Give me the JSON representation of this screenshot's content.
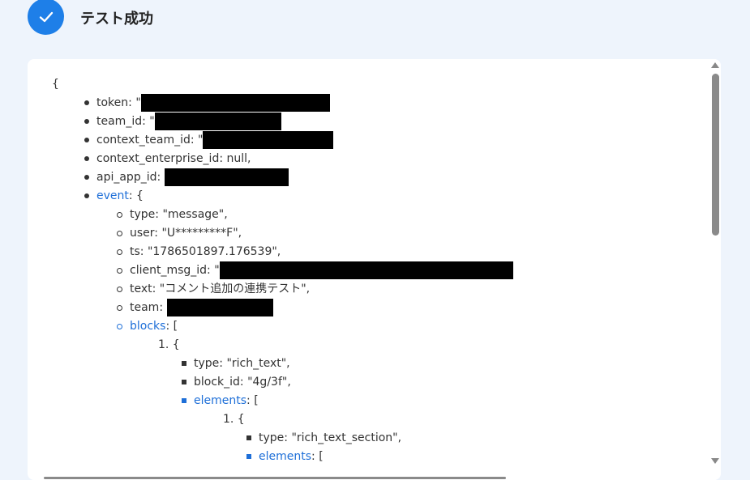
{
  "header": {
    "title": "テスト成功"
  },
  "lines": {
    "open_brace": "{",
    "token": "token: \"",
    "team_id": "team_id: \"",
    "context_team_id": "context_team_id: \"",
    "context_enterprise_id": "context_enterprise_id: null,",
    "api_app_id": "api_app_id: ",
    "event_key": "event",
    "event_rest": ": {",
    "type": "type: \"message\",",
    "user": "user: \"U*********F\",",
    "ts": "ts: \"1786501897.176539\",",
    "client_msg_id": "client_msg_id: \"",
    "text": "text: \"コメント追加の連携テスト\",",
    "team": "team: ",
    "blocks_key": "blocks",
    "blocks_rest": ": [",
    "item1": "1. {",
    "block_type": "type: \"rich_text\",",
    "block_id": "block_id: \"4g/3f\",",
    "elements_key": "elements",
    "elements_rest": ": [",
    "item1b": "1. {",
    "section_type": "type: \"rich_text_section\",",
    "elements2_key": "elements",
    "elements2_rest": ": ["
  },
  "colors": {
    "accent": "#1e7fe8",
    "link": "#1e6fd8",
    "background": "#eef4fc"
  },
  "icons": {
    "status": "check-icon",
    "scroll_up": "arrow-up-icon",
    "scroll_down": "arrow-down-icon"
  }
}
